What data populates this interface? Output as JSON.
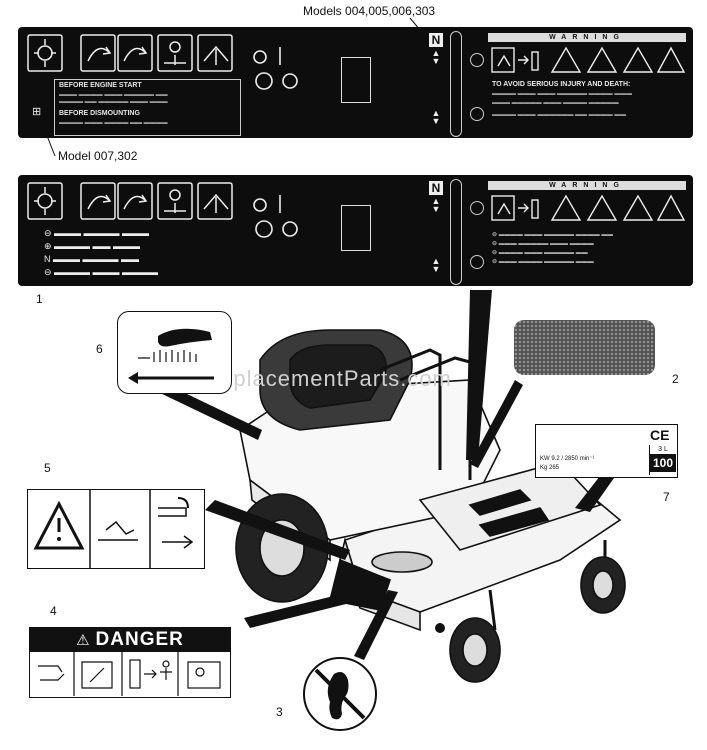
{
  "callouts": {
    "models_top": "Models 004,005,006,303",
    "model_mid": "Model 007,302"
  },
  "item_numbers": {
    "n1": "1",
    "n2": "2",
    "n3": "3",
    "n4": "4",
    "n5": "5",
    "n6": "6",
    "n7": "7"
  },
  "decal_top": {
    "start_title": "BEFORE ENGINE START",
    "dismount_title": "BEFORE DISMOUNTING",
    "warning_banner": "WARNING",
    "warning_head": "TO AVOID SERIOUS INJURY AND DEATH:",
    "neutral_letter": "N"
  },
  "decal_mid": {
    "warning_banner": "WARNING",
    "neutral_letter": "N"
  },
  "danger_decal": {
    "title": "DANGER",
    "icon": "warning-triangle-icon"
  },
  "ce_label": {
    "ce_mark": "CE",
    "kw_line": "KW  9.2    / 2850 min⁻¹",
    "kg_line": "Kg  265",
    "noise_top": "3 L",
    "noise_value": "100"
  },
  "watermark": "eReplacementParts.com"
}
